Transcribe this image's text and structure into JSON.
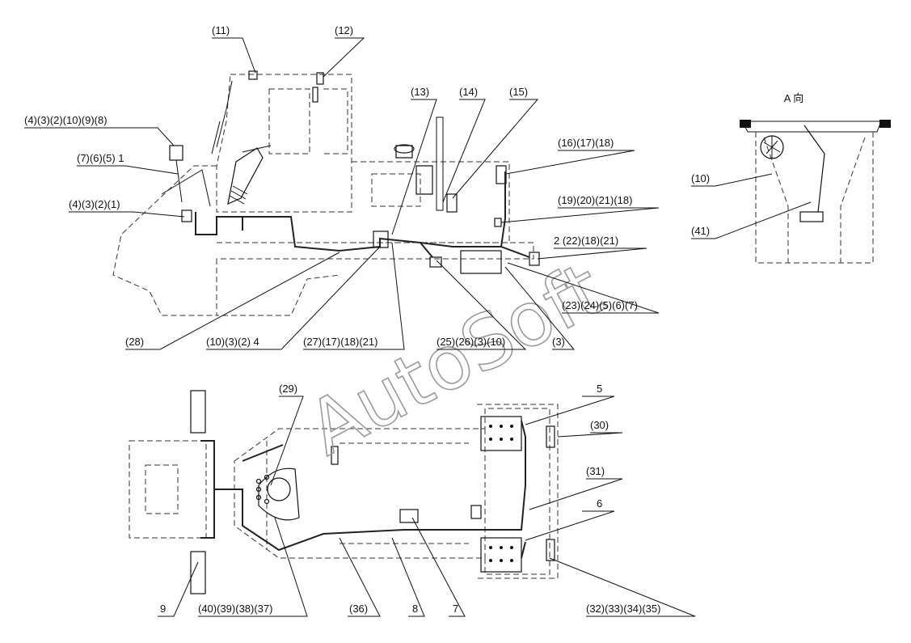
{
  "view_label": "A 向",
  "watermark": "AutoSoft",
  "callouts": [
    {
      "id": "c11",
      "text": "(11)"
    },
    {
      "id": "c12",
      "text": "(12)"
    },
    {
      "id": "c4_3_2_10_9_8",
      "text": "(4)(3)(2)(10)(9)(8)"
    },
    {
      "id": "c7_6_5_1",
      "text": "(7)(6)(5) 1"
    },
    {
      "id": "c4_3_2_1",
      "text": "(4)(3)(2)(1)"
    },
    {
      "id": "c13",
      "text": "(13)"
    },
    {
      "id": "c14",
      "text": "(14)"
    },
    {
      "id": "c15",
      "text": "(15)"
    },
    {
      "id": "c16_17_18",
      "text": "(16)(17)(18)"
    },
    {
      "id": "c19_20_21_18",
      "text": "(19)(20)(21)(18)"
    },
    {
      "id": "c2_22_18_21",
      "text": "2 (22)(18)(21)"
    },
    {
      "id": "c23_24_5_6_7",
      "text": "(23)(24)(5)(6)(7)"
    },
    {
      "id": "c28",
      "text": "(28)"
    },
    {
      "id": "c10_3_2_4",
      "text": "(10)(3)(2) 4"
    },
    {
      "id": "c27_17_18_21",
      "text": "(27)(17)(18)(21)"
    },
    {
      "id": "c25_26_3_10",
      "text": "(25)(26)(3)(10)"
    },
    {
      "id": "c3",
      "text": "(3)"
    },
    {
      "id": "c10_right",
      "text": "(10)"
    },
    {
      "id": "c41",
      "text": "(41)"
    },
    {
      "id": "c29",
      "text": "(29)"
    },
    {
      "id": "c5",
      "text": "5"
    },
    {
      "id": "c30",
      "text": "(30)"
    },
    {
      "id": "c31",
      "text": "(31)"
    },
    {
      "id": "c6",
      "text": "6"
    },
    {
      "id": "c9",
      "text": "9"
    },
    {
      "id": "c40_39_38_37",
      "text": "(40)(39)(38)(37)"
    },
    {
      "id": "c36",
      "text": "(36)"
    },
    {
      "id": "c8",
      "text": "8"
    },
    {
      "id": "c7",
      "text": "7"
    },
    {
      "id": "c32_33_34_35",
      "text": "(32)(33)(34)(35)"
    }
  ]
}
